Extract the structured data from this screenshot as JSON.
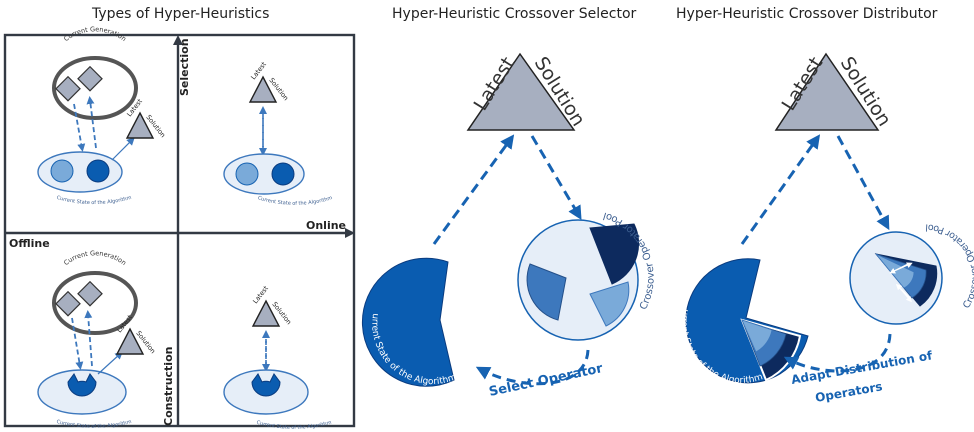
{
  "titles": {
    "types": "Types of Hyper-Heuristics",
    "selector": "Hyper-Heuristic Crossover Selector",
    "distributor": "Hyper-Heuristic Crossover Distributor"
  },
  "axes": {
    "selection": "Selection",
    "online": "Online",
    "offline": "Offline",
    "construction": "Construction"
  },
  "labels": {
    "current_generation": "Current Generation",
    "latest": "Latest",
    "solution": "Solution",
    "current_state": "Current State of the Algorithm",
    "crossover_pool": "Crossover Operator Pool",
    "select_operator": "Select Operator",
    "adapt_line1": "Adapt Distribution of",
    "adapt_line2": "Operators"
  },
  "colors": {
    "blue_dark": "#0a5cb0",
    "blue_mid": "#3d78bd",
    "blue_light": "#7aaad9",
    "navy": "#0d2a5e",
    "pale": "#e6eef8",
    "gray": "#a7afc0",
    "frame": "#333a44"
  }
}
